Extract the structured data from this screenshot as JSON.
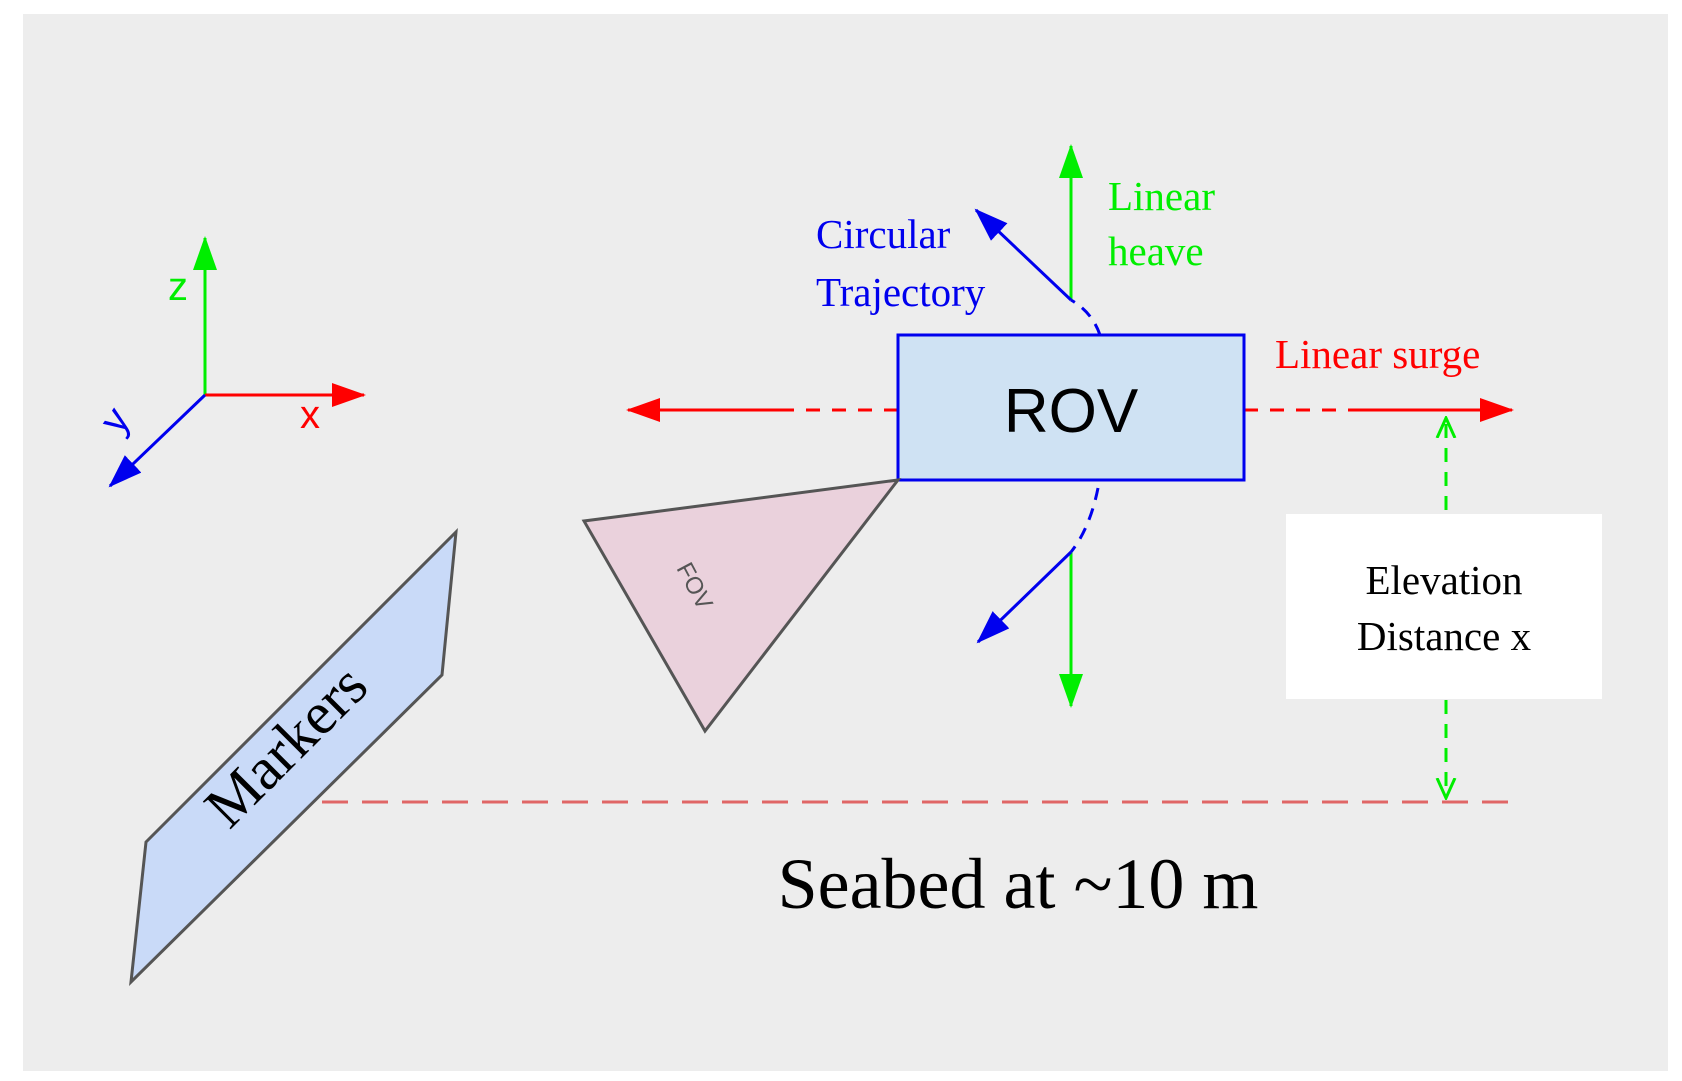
{
  "axes": {
    "z_label": "z",
    "x_label": "x",
    "y_label": "y"
  },
  "rov": {
    "label": "ROV"
  },
  "circular": {
    "line1": "Circular",
    "line2": "Trajectory"
  },
  "heave": {
    "line1": "Linear",
    "line2": "heave"
  },
  "surge": {
    "label": "Linear surge"
  },
  "elevation": {
    "line1": "Elevation",
    "line2": "Distance x"
  },
  "fov": {
    "label": "FOV"
  },
  "markers": {
    "label": "Markers"
  },
  "seabed": {
    "label": "Seabed at ~10 m"
  },
  "colors": {
    "background": "#ededed",
    "red": "#ff0000",
    "green": "#00ee00",
    "blue": "#0000ee",
    "rov_fill": "#cfe2f3",
    "fov_fill": "#ead1dc",
    "markers_fill": "#c9daf8",
    "seabed_line": "#e06666"
  }
}
